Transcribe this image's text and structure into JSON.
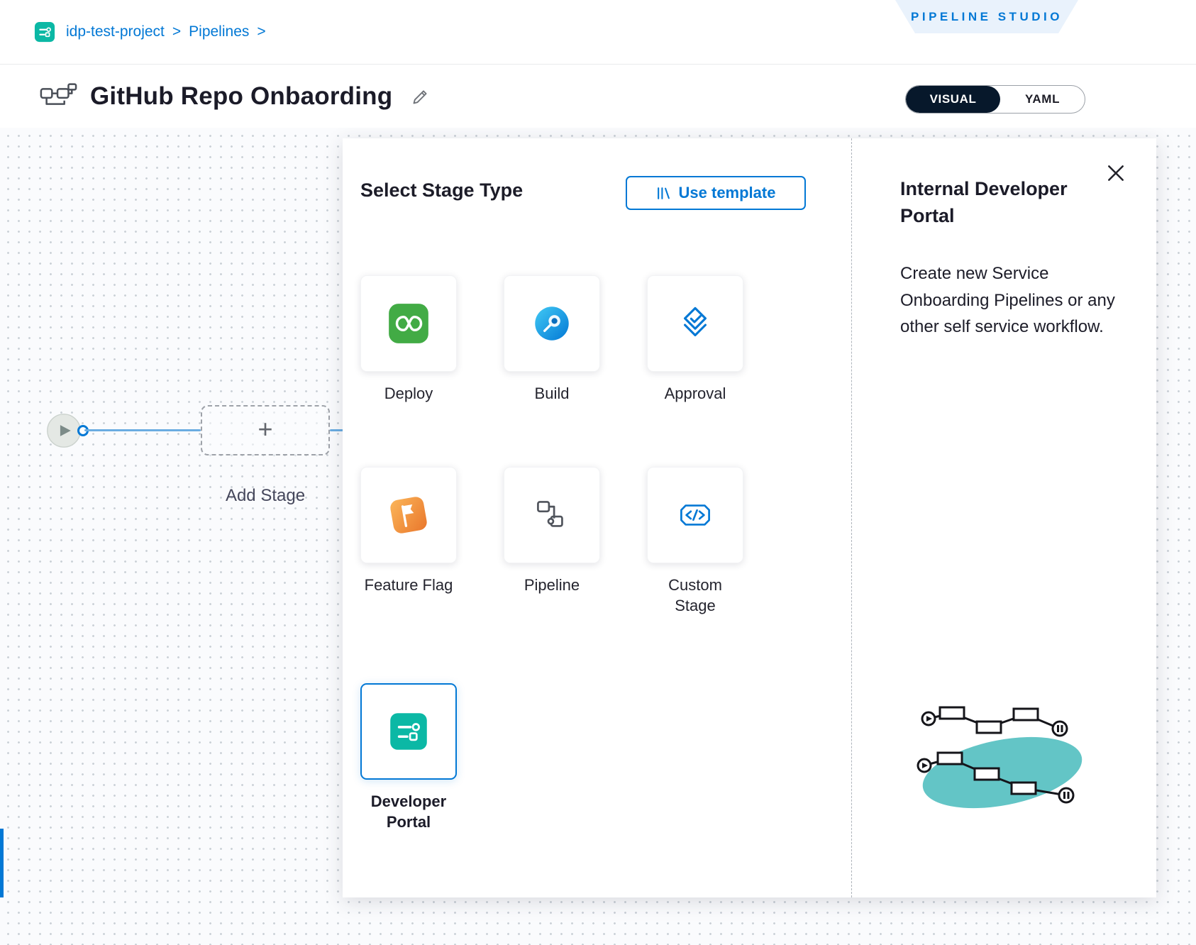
{
  "colors": {
    "accent_blue": "#0278D5",
    "teal": "#0BB8A5",
    "toggle_navy": "#07182B",
    "deploy_green": "#42AB45",
    "flag_orange": "#EE7A2D",
    "illustration_teal": "#63C5C6"
  },
  "top_bar": {
    "breadcrumb": {
      "project": "idp-test-project",
      "separator": ">",
      "section": "Pipelines"
    },
    "studio_badge": "PIPELINE STUDIO"
  },
  "header": {
    "title": "GitHub Repo Onbaording",
    "view_toggle": {
      "visual": "VISUAL",
      "yaml": "YAML"
    }
  },
  "canvas": {
    "add_stage": {
      "plus": "+",
      "label": "Add Stage"
    }
  },
  "stage_selector": {
    "title": "Select Stage Type",
    "use_template_label": "Use template",
    "stages": [
      {
        "label": "Deploy",
        "selected": false
      },
      {
        "label": "Build",
        "selected": false
      },
      {
        "label": "Approval",
        "selected": false
      },
      {
        "label": "Feature Flag",
        "selected": false
      },
      {
        "label": "Pipeline",
        "selected": false
      },
      {
        "label": "Custom Stage",
        "selected": false
      },
      {
        "label": "Developer Portal",
        "selected": true
      }
    ]
  },
  "info_panel": {
    "title": "Internal Developer Portal",
    "description": "Create new Service Onboarding Pipelines or any other self service workflow."
  }
}
